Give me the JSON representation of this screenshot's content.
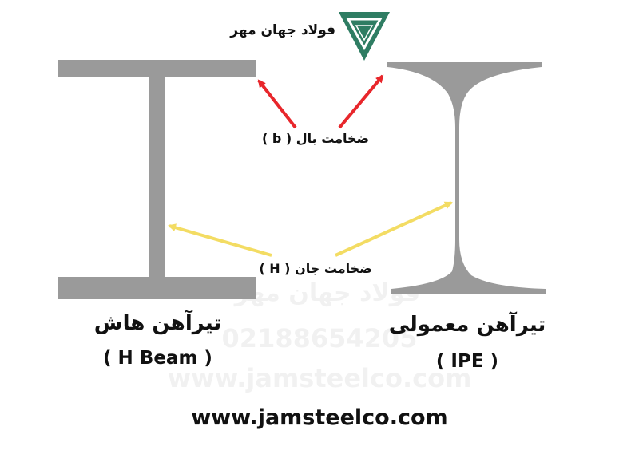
{
  "logo": {
    "text": "فولاد جهان مهر",
    "color": "#2f7d63"
  },
  "labels": {
    "flange": "ضخامت بال ( b )",
    "web": "ضخامت جان ( H )"
  },
  "hbeam": {
    "name_fa": "تیرآهن هاش",
    "name_en": "( H Beam )"
  },
  "ipe": {
    "name_fa": "تیرآهن معمولی",
    "name_en": "( IPE )"
  },
  "website": "www.jamsteelco.com",
  "watermark": {
    "brand": "فولاد جهان مهر",
    "phone": "02188654205",
    "url": "www.jamsteelco.com"
  },
  "colors": {
    "beam": "#9a9a9a",
    "arrow_red": "#e8262b",
    "arrow_yellow": "#f3dc63",
    "text": "#111111"
  }
}
